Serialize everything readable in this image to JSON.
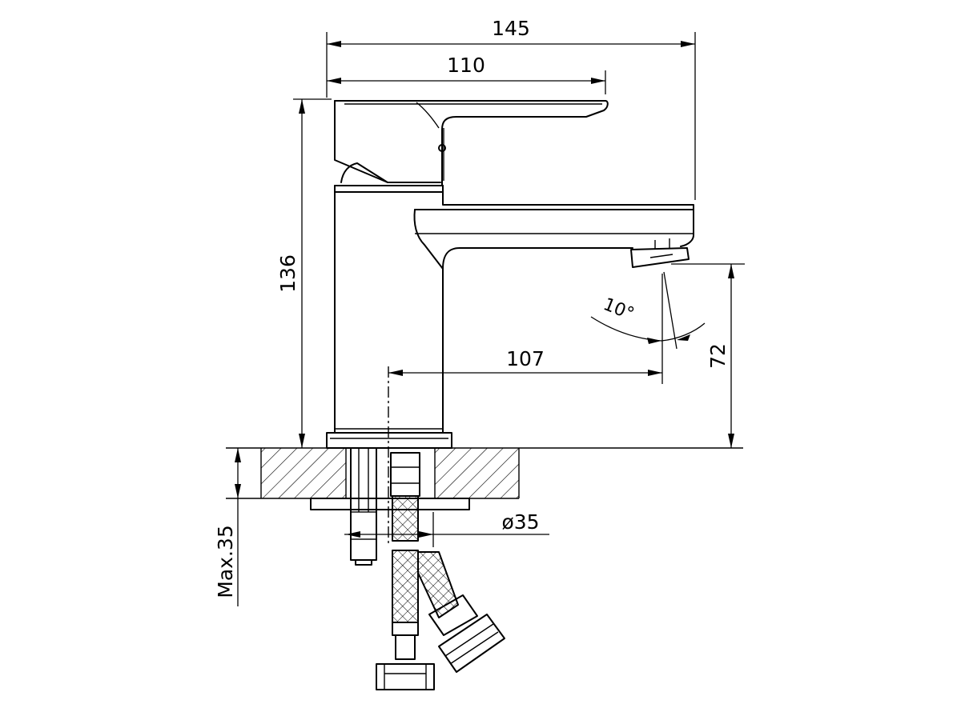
{
  "dimensions": {
    "overall_width": "145",
    "handle_width": "110",
    "overall_height": "136",
    "spout_reach": "107",
    "spout_height": "72",
    "spray_angle": "10°",
    "tail_diameter": "ø35",
    "max_counter_thickness": "Max.35"
  }
}
